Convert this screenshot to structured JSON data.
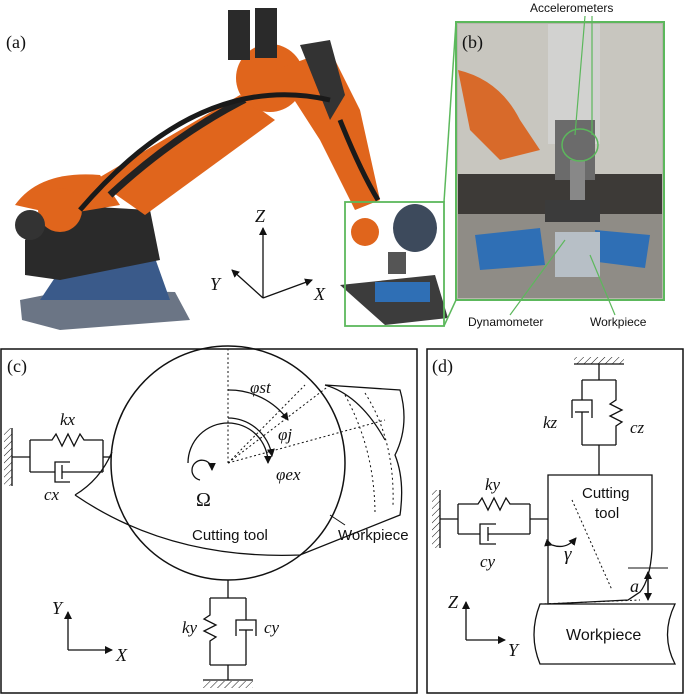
{
  "panels": {
    "a": {
      "label": "(a)",
      "axes": {
        "z": "Z",
        "y": "Y",
        "x": "X"
      }
    },
    "b": {
      "label": "(b)",
      "callouts": {
        "accelerometers": "Accelerometers",
        "dynamometer": "Dynamometer",
        "workpiece": "Workpiece"
      }
    },
    "c": {
      "label": "(c)",
      "phi_st": "φst",
      "phi_j": "φj",
      "phi_ex": "φex",
      "omega": "Ω",
      "tool": "Cutting tool",
      "workpiece": "Workpiece",
      "kx": "kx",
      "cx": "cx",
      "ky": "ky",
      "cy": "cy",
      "axis_y": "Y",
      "axis_x": "X"
    },
    "d": {
      "label": "(d)",
      "kz": "kz",
      "cz": "cz",
      "ky": "ky",
      "cy": "cy",
      "tool_line1": "Cutting",
      "tool_line2": "tool",
      "gamma": "γ",
      "a": "a",
      "workpiece": "Workpiece",
      "axis_z": "Z",
      "axis_y": "Y"
    }
  },
  "colors": {
    "robot_orange": "#e0651c",
    "frame_green": "#5cb85c",
    "clamp_blue": "#2f6fb5",
    "line": "#111111"
  }
}
